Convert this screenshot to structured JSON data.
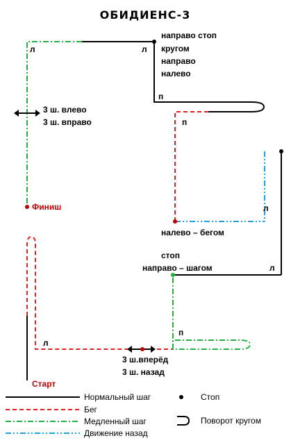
{
  "title": "ОБИДИЕНС-3",
  "colors": {
    "normal": "#000000",
    "run": "#e02020",
    "slow": "#20b040",
    "back": "#20a0e0",
    "start_finish": "#c00000"
  },
  "labels": {
    "right_stop": "направо стоп",
    "around": "кругом",
    "right": "направо",
    "left": "налево",
    "steps_left": "3 ш. влево",
    "steps_right": "3 ш. вправо",
    "finish": "Финиш",
    "left_run": "налево – бегом",
    "stop": "стоп",
    "right_walk": "направо – шагом",
    "steps_forward": "3 ш.вперёд",
    "steps_back": "3 ш. назад",
    "start": "Старт"
  },
  "markers": {
    "l": "л",
    "p": "п"
  },
  "legend": {
    "normal": "Нормальный шаг",
    "run": "Бег",
    "slow": "Медленный шаг",
    "back": "Движение назад",
    "stop": "Стоп",
    "about_turn": "Поворот кругом"
  }
}
